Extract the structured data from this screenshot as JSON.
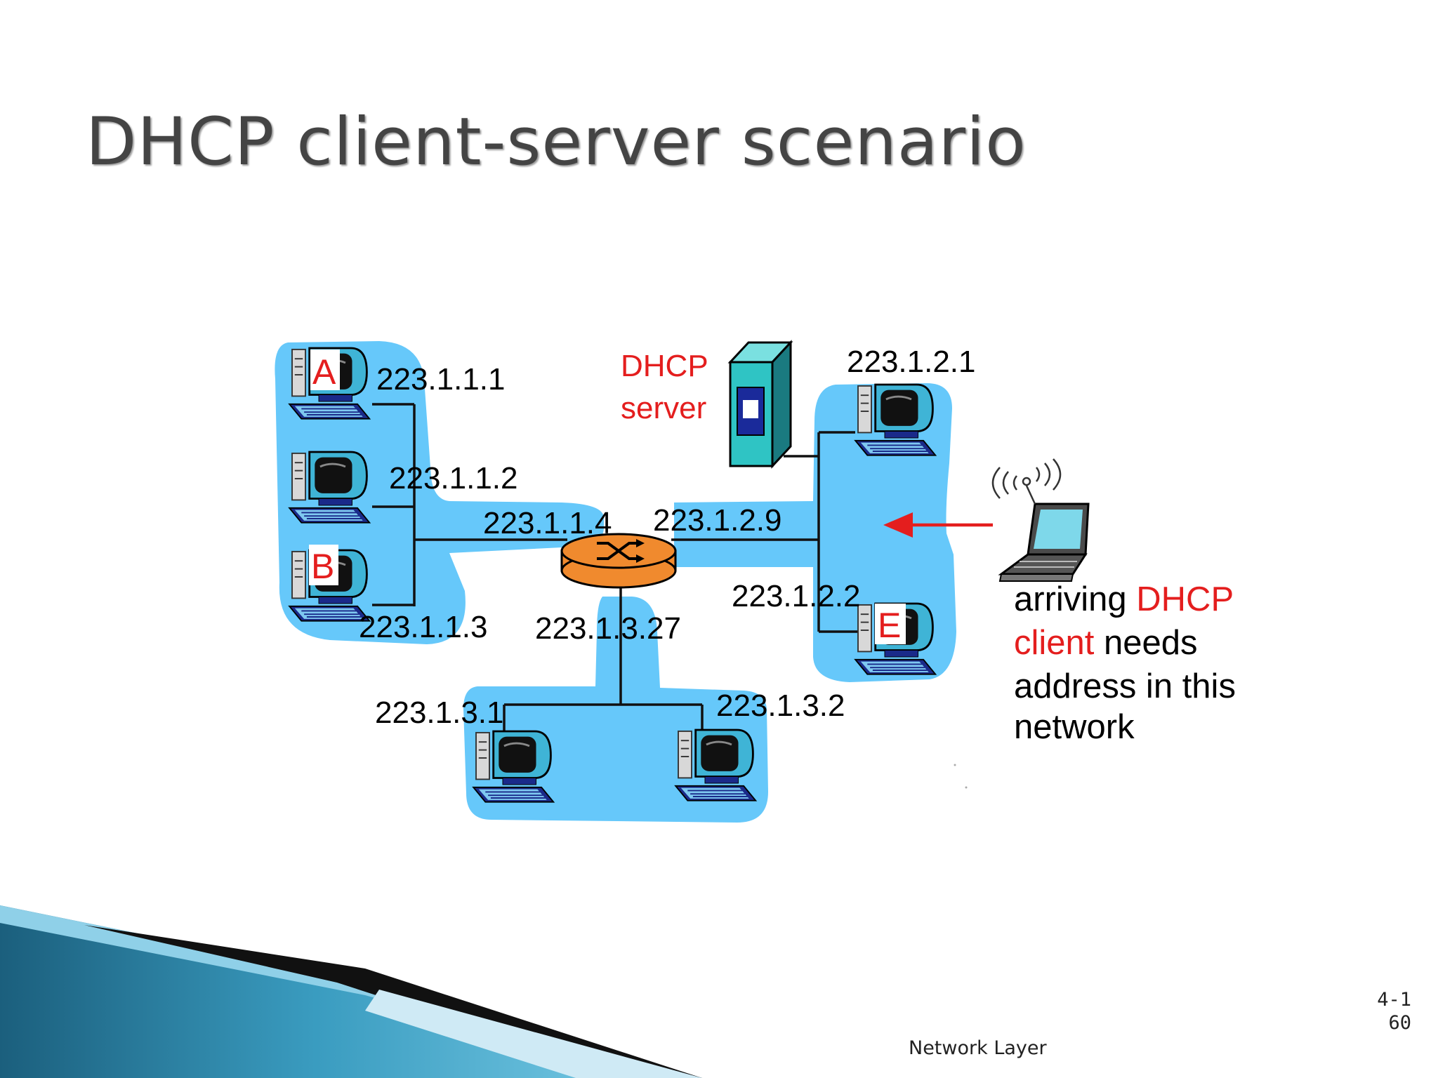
{
  "slide": {
    "title": "DHCP client-server scenario",
    "footer": "Network Layer",
    "page_number": "4-160"
  },
  "hosts": {
    "a": "A",
    "b": "B",
    "e": "E"
  },
  "server_label": {
    "line1": "DHCP",
    "line2": "server"
  },
  "addresses": {
    "a1": "223.1.1.1",
    "a2": "223.1.1.2",
    "a3": "223.1.1.3",
    "a4": "223.1.1.4",
    "b1": "223.1.2.1",
    "b2": "223.1.2.2",
    "b9": "223.1.2.9",
    "c1": "223.1.3.1",
    "c2": "223.1.3.2",
    "c27": "223.1.3.27"
  },
  "note": {
    "line1_a": "arriving ",
    "line1_b": "DHCP",
    "line2_a": "client",
    "line2_b": " needs",
    "line3": "address in this",
    "line4": "network"
  },
  "colors": {
    "subnet": "#66c8fa",
    "router": "#f08a2e",
    "server": "#2fc4c4",
    "highlight": "#e41e1e"
  }
}
